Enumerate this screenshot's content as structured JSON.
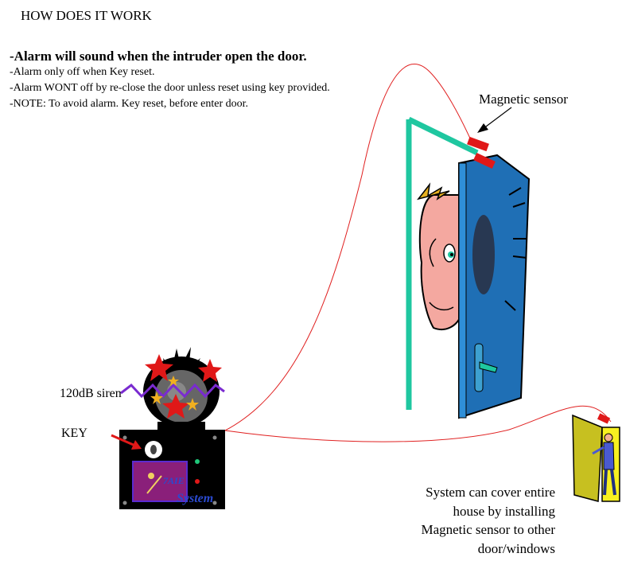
{
  "heading": "HOW DOES IT WORK",
  "instructions": {
    "line1": "-Alarm will sound when the intruder  open the door.",
    "line2": "-Alarm only off when Key reset.",
    "line3": "-Alarm WONT off by re-close the door unless reset using key provided.",
    "line4": "-NOTE:  To avoid alarm. Key reset, before enter door."
  },
  "labels": {
    "magnetic_sensor": "Magnetic sensor",
    "siren": "120dB siren",
    "key": "KEY",
    "brand": "System"
  },
  "coverage_note": [
    "System can cover entire",
    "house by installing",
    "Magnetic sensor to other",
    "door/windows"
  ],
  "colors": {
    "frame": "#1fc7a0",
    "door": "#1f6fb5",
    "sensor": "#e01818",
    "wire": "#e02020",
    "panel": "#000000",
    "star": "#e01818",
    "zigzag": "#7a2bd0"
  }
}
